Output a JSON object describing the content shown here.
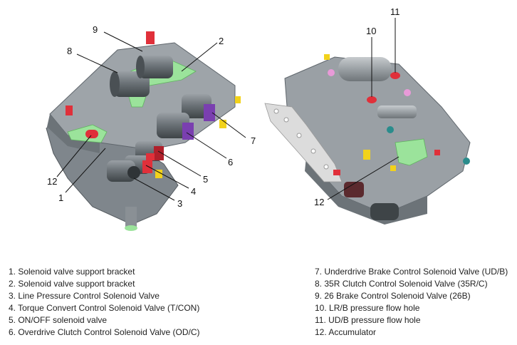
{
  "callouts": {
    "c1": "1",
    "c2": "2",
    "c3": "3",
    "c4": "4",
    "c5": "5",
    "c6": "6",
    "c7": "7",
    "c8": "8",
    "c9": "9",
    "c10": "10",
    "c11": "11",
    "c12_left": "12",
    "c12_right": "12"
  },
  "legend": {
    "left": [
      "1. Solenoid valve support bracket",
      "2. Solenoid valve support bracket",
      "3. Line Pressure Control Solenoid Valve",
      "4. Torque Convert Control Solenoid Valve (T/CON)",
      "5. ON/OFF solenoid valve",
      "6. Overdrive Clutch Control Solenoid Valve (OD/C)"
    ],
    "right": [
      "7. Underdrive Brake Control Solenoid Valve (UD/B)",
      "8. 35R Clutch Control Solenoid Valve (35R/C)",
      "9. 26 Brake Control Solenoid Valve (26B)",
      "10. LR/B pressure flow hole",
      "11. UD/B pressure flow hole",
      "12. Accumulator"
    ]
  },
  "colors": {
    "body": "#8f969c",
    "body_dark": "#5f666c",
    "body_light": "#b9bec2",
    "bracket": "#9be39b",
    "red": "#e0303a",
    "purple": "#7a3fb0",
    "yellow": "#f2d21b",
    "pink": "#e89ad8",
    "teal": "#2a8c8c"
  }
}
